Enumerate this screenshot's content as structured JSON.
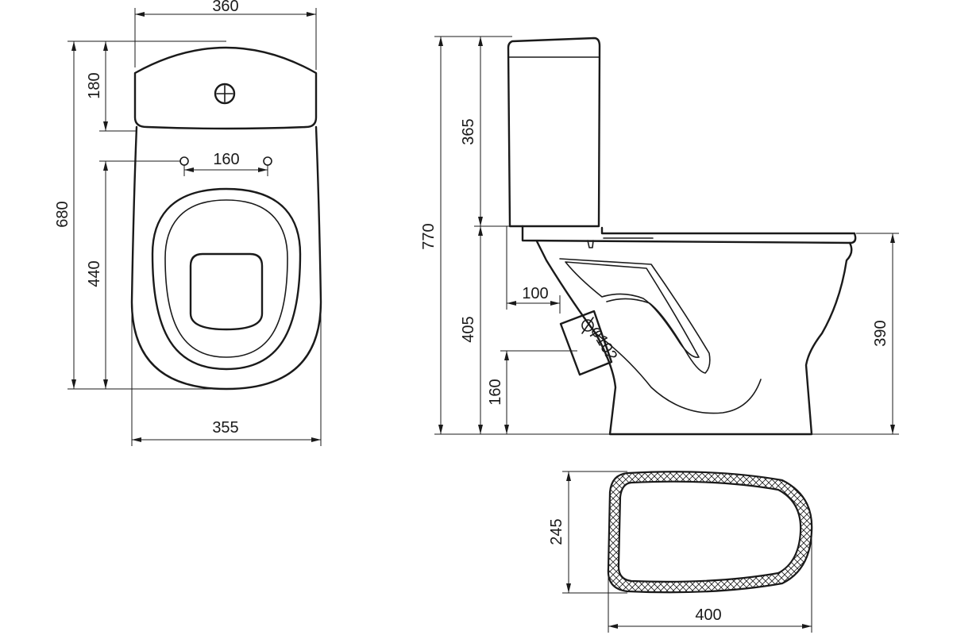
{
  "drawing": {
    "top_view": {
      "width_top": "360",
      "tank_depth": "180",
      "bolt_spacing": "160",
      "overall_length": "680",
      "bowl_length": "440",
      "base_width": "355"
    },
    "side_view": {
      "overall_height": "770",
      "tank_height": "365",
      "rim_height_left": "405",
      "outlet_offset": "100",
      "outlet_diameter": "φ102",
      "outlet_height": "160",
      "rim_height_right": "390"
    },
    "base_view": {
      "base_depth": "245",
      "base_length": "400"
    },
    "colors": {
      "line": "#1a1a1a",
      "background": "#ffffff"
    }
  }
}
